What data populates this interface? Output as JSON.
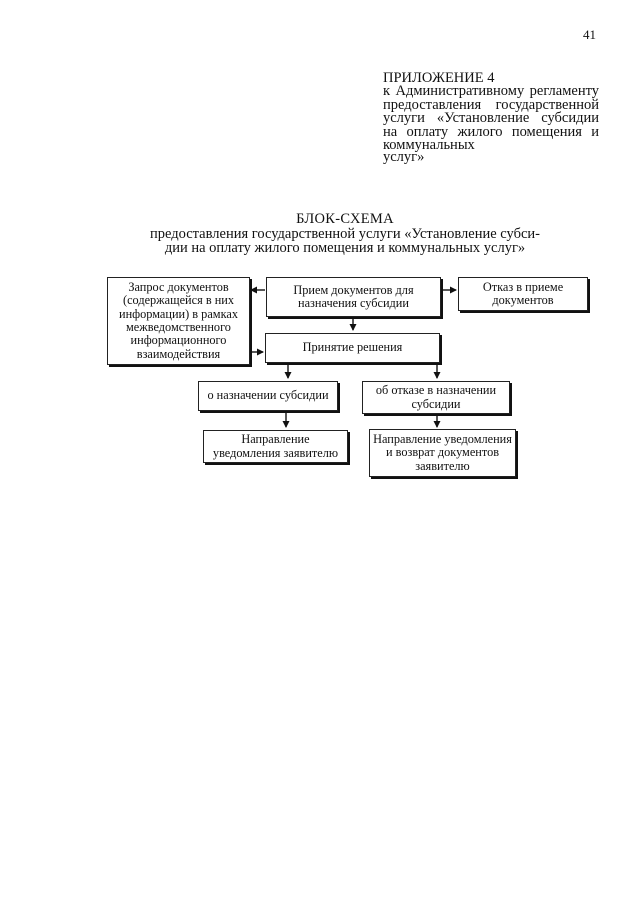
{
  "page": {
    "number": "41"
  },
  "appendix": {
    "title": "ПРИЛОЖЕНИЕ 4",
    "text": "к Административному регламенту предоставления государственной услуги «Установление субсидии на оплату жилого помещения и коммунальных",
    "tail": "услуг»"
  },
  "scheme": {
    "title": "БЛОК-СХЕМА",
    "subtitle_line1": "предоставления государственной услуги «Установление субси-",
    "subtitle_line2": "дии на оплату жилого помещения и коммунальных услуг»"
  },
  "boxes": {
    "request": "Запрос документов (содержащейся в них информации) в рамках межведомственного информационного взаимодействия",
    "reception": "Прием документов для назначения субсидии",
    "refusal_reception": "Отказ в приеме документов",
    "decision": "Принятие решения",
    "grant": "о назначении субсидии",
    "deny": "об отказе в назначении субсидии",
    "notify_grant": "Направление уведомления заявителю",
    "notify_deny": "Направление уведомления и возврат документов заявителю"
  }
}
